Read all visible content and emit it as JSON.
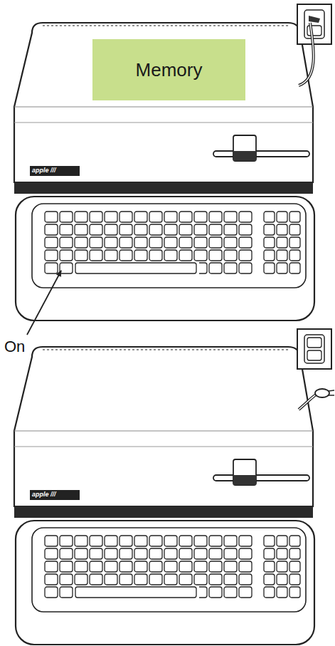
{
  "diagram": {
    "nodes": [
      {
        "text": [
          "Memory"
        ]
      }
    ],
    "labels": [
      "apple ///",
      "On",
      "apple ///"
    ]
  }
}
